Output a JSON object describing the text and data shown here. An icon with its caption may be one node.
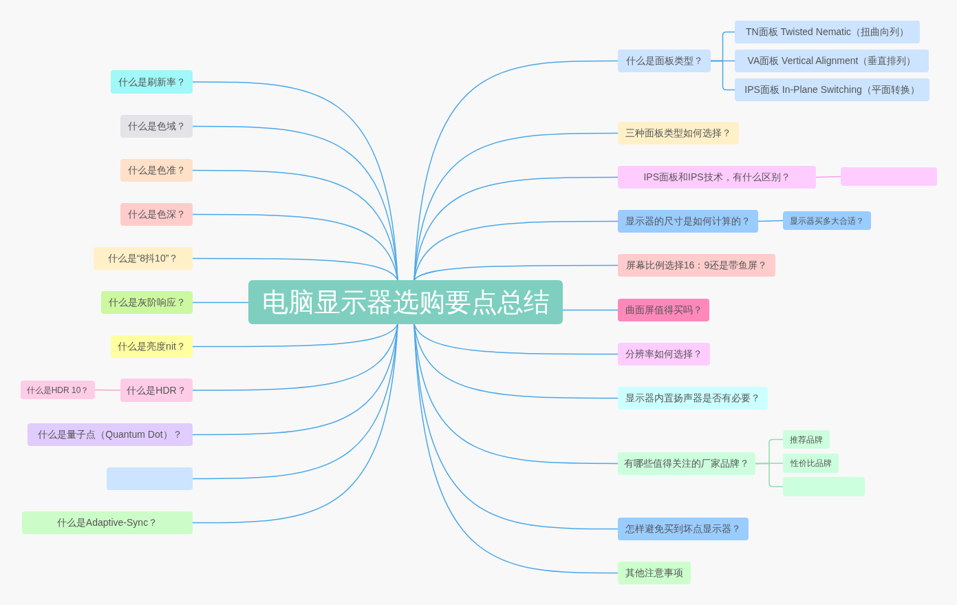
{
  "diagram": {
    "nodes": [
      {
        "text": [
          "电脑显示器选购要点总结"
        ]
      },
      {
        "text": [
          "什么是刷新率？"
        ]
      },
      {
        "text": [
          "什么是色域？"
        ]
      },
      {
        "text": [
          "什么是色准？"
        ]
      },
      {
        "text": [
          "什么是色深？"
        ]
      },
      {
        "text": [
          "什么是“8抖10”？"
        ]
      },
      {
        "text": [
          "什么是灰阶响应？"
        ]
      },
      {
        "text": [
          "什么是亮度nit？"
        ]
      },
      {
        "text": [
          "什么是HDR？"
        ]
      },
      {
        "text": [
          "什么是HDR 10？"
        ]
      },
      {
        "text": [
          "什么是量子点（Quantum Dot）？"
        ]
      },
      {
        "text": [],
        "shape": "box"
      },
      {
        "text": [
          "什么是Adaptive-Sync？"
        ]
      },
      {
        "text": [
          "什么是面板类型？"
        ]
      },
      {
        "text": [
          "TN面板 Twisted Nematic（扭曲向列）"
        ]
      },
      {
        "text": [
          "VA面板 Vertical Alignment（垂直排列）"
        ]
      },
      {
        "text": [
          "IPS面板 In-Plane Switching（平面转换）"
        ]
      },
      {
        "text": [
          "三种面板类型如何选择？"
        ]
      },
      {
        "text": [
          "IPS面板和IPS技术，有什么区别？"
        ]
      },
      {
        "text": [],
        "shape": "box"
      },
      {
        "text": [
          "显示器的尺寸是如何计算的？"
        ]
      },
      {
        "text": [
          "显示器买多大合适？"
        ]
      },
      {
        "text": [
          "屏幕比例选择16：9还是带鱼屏？"
        ]
      },
      {
        "text": [
          "曲面屏值得买吗？"
        ]
      },
      {
        "text": [
          "分辨率如何选择？"
        ]
      },
      {
        "text": [
          "显示器内置扬声器是否有必要？"
        ]
      },
      {
        "text": [
          "有哪些值得关注的厂家品牌？"
        ]
      },
      {
        "text": [
          "推荐品牌"
        ]
      },
      {
        "text": [
          "性价比品牌"
        ]
      },
      {
        "text": [],
        "shape": "box"
      },
      {
        "text": [
          "怎样避免买到坏点显示器？"
        ]
      },
      {
        "text": [
          "其他注意事项"
        ]
      }
    ],
    "edges": [
      {
        "from": 0,
        "to": 1,
        "arrow": "none"
      },
      {
        "from": 0,
        "to": 2,
        "arrow": "none"
      },
      {
        "from": 0,
        "to": 3,
        "arrow": "none"
      },
      {
        "from": 0,
        "to": 4,
        "arrow": "none"
      },
      {
        "from": 0,
        "to": 5,
        "arrow": "none"
      },
      {
        "from": 0,
        "to": 6,
        "arrow": "none"
      },
      {
        "from": 0,
        "to": 7,
        "arrow": "none"
      },
      {
        "from": 0,
        "to": 8,
        "arrow": "none"
      },
      {
        "from": 8,
        "to": 9,
        "arrow": "none",
        "color": "#f0a8c8"
      },
      {
        "from": 0,
        "to": 10,
        "arrow": "none"
      },
      {
        "from": 0,
        "to": 11,
        "arrow": "none"
      },
      {
        "from": 0,
        "to": 12,
        "arrow": "none"
      },
      {
        "from": 0,
        "to": 13,
        "arrow": "none"
      },
      {
        "from": 13,
        "to": 14,
        "arrow": "none"
      },
      {
        "from": 13,
        "to": 15,
        "arrow": "none"
      },
      {
        "from": 13,
        "to": 16,
        "arrow": "none"
      },
      {
        "from": 0,
        "to": 17,
        "arrow": "none"
      },
      {
        "from": 0,
        "to": 18,
        "arrow": "none"
      },
      {
        "from": 18,
        "to": 19,
        "arrow": "none",
        "color": "#f4a0f0"
      },
      {
        "from": 0,
        "to": 20,
        "arrow": "none"
      },
      {
        "from": 20,
        "to": 21,
        "arrow": "none"
      },
      {
        "from": 0,
        "to": 22,
        "arrow": "none"
      },
      {
        "from": 0,
        "to": 23,
        "arrow": "none"
      },
      {
        "from": 0,
        "to": 24,
        "arrow": "none"
      },
      {
        "from": 0,
        "to": 25,
        "arrow": "none"
      },
      {
        "from": 0,
        "to": 26,
        "arrow": "none"
      },
      {
        "from": 26,
        "to": 27,
        "arrow": "none",
        "color": "#8edcae"
      },
      {
        "from": 26,
        "to": 28,
        "arrow": "none",
        "color": "#8edcae"
      },
      {
        "from": 26,
        "to": 29,
        "arrow": "none",
        "color": "#8edcae"
      },
      {
        "from": 0,
        "to": 30,
        "arrow": "none"
      },
      {
        "from": 0,
        "to": 31,
        "arrow": "none"
      }
    ]
  }
}
